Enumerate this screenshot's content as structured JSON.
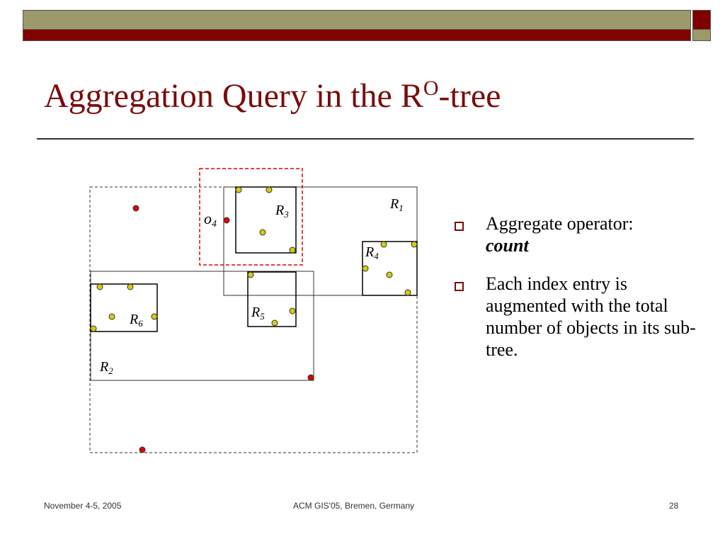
{
  "slide": {
    "title": "Aggregation Query in the R",
    "title_superscript": "O",
    "title_suffix": "-tree",
    "bullets": [
      {
        "text": "Aggregate operator:",
        "emphasis": "count"
      },
      {
        "text": "Each index entry is augmented with the total number of objects in its sub-tree."
      }
    ],
    "footer": {
      "date": "November 4-5, 2005",
      "venue": "ACM GIS'05, Bremen, Germany",
      "page": "28"
    },
    "colors": {
      "title": "#7a0c0c",
      "bar_olive": "#9c9a6b",
      "bar_red": "#800000",
      "point_red": "#e00000",
      "point_yellow": "#d4cc10",
      "query_box": "#e00000"
    }
  },
  "diagram": {
    "labels": {
      "r1": {
        "base": "R",
        "sub": "1"
      },
      "r2": {
        "base": "R",
        "sub": "2"
      },
      "r3": {
        "base": "R",
        "sub": "3"
      },
      "r4": {
        "base": "R",
        "sub": "4"
      },
      "r5": {
        "base": "R",
        "sub": "5"
      },
      "r6": {
        "base": "R",
        "sub": "6"
      },
      "o4": {
        "base": "o",
        "sub": "4"
      }
    }
  }
}
